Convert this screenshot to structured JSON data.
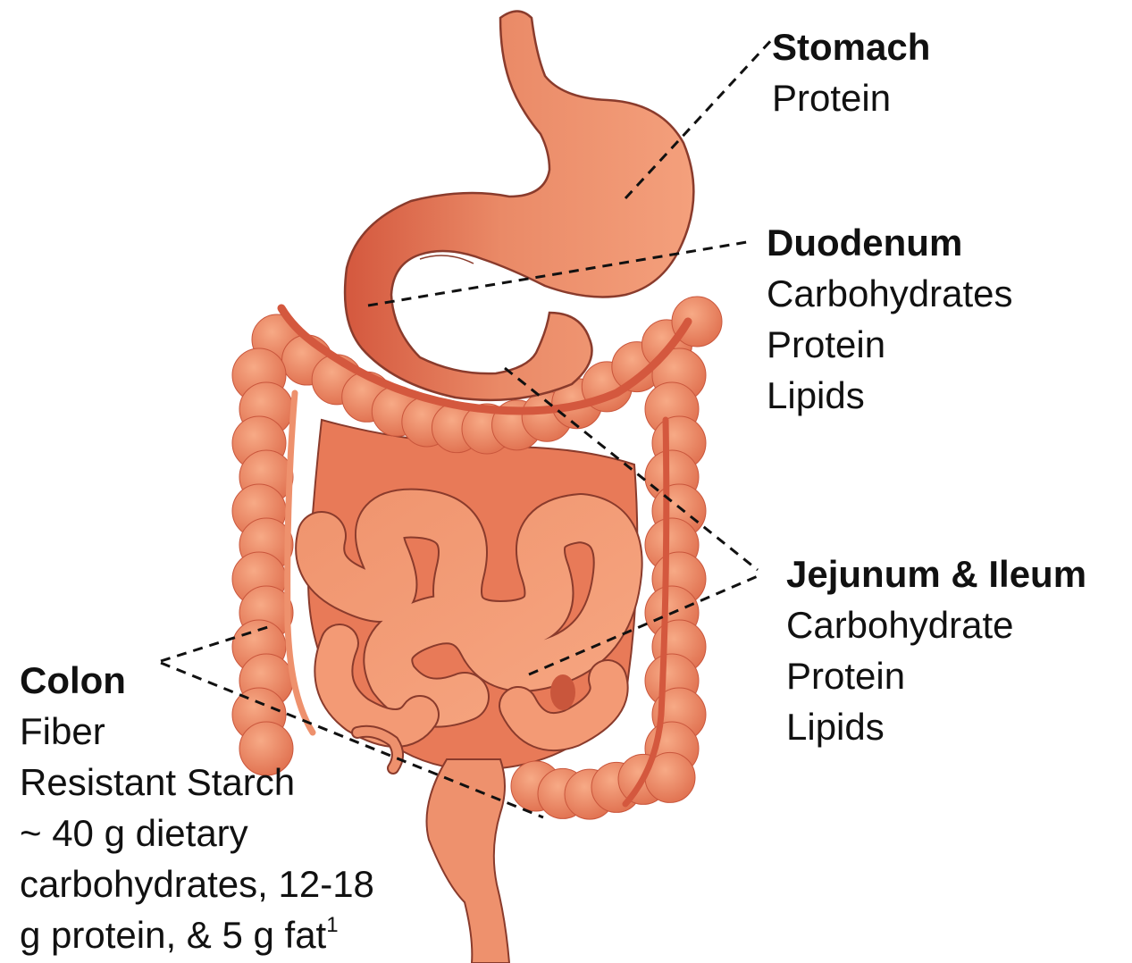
{
  "colors": {
    "organ_light": "#f4a07c",
    "organ_mid": "#ea8a67",
    "organ_dark": "#d4583e",
    "outline": "#8a3b2c",
    "leader": "#111111"
  },
  "labels": {
    "stomach": {
      "heading": "Stomach",
      "lines": [
        "Protein"
      ]
    },
    "duodenum": {
      "heading": "Duodenum",
      "lines": [
        "Carbohydrates",
        "Protein",
        "Lipids"
      ]
    },
    "jejunum_ileum": {
      "heading": "Jejunum & Ileum",
      "lines": [
        "Carbohydrate",
        "Protein",
        "Lipids"
      ]
    },
    "colon": {
      "heading": "Colon",
      "lines": [
        "Fiber",
        "Resistant Starch",
        "~ 40 g dietary",
        "carbohydrates, 12-18",
        "g protein, & 5 g fat"
      ],
      "footnote": "1"
    }
  }
}
